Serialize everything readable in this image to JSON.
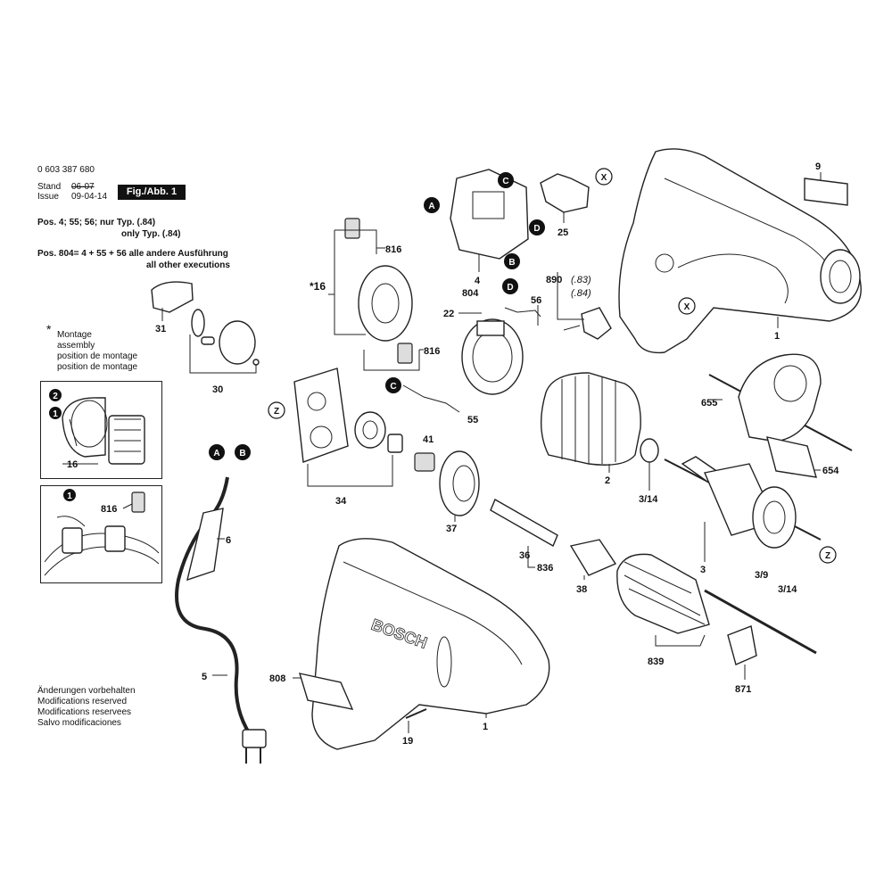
{
  "header": {
    "doc_number": "0 603 387 680",
    "stand_label": "Stand",
    "issue_label": "Issue",
    "old_date": "06-07",
    "new_date": "09-04-14",
    "figure_badge": "Fig./Abb. 1"
  },
  "notes": {
    "pos_line_1a": "Pos. 4; 55; 56; nur Typ.  (.84)",
    "pos_line_1b": "only Typ.  (.84)",
    "pos_line_2a": "Pos. 804= 4 + 55 + 56 alle andere Ausführung",
    "pos_line_2b": "all other executions",
    "assembly_star": "*",
    "assembly_lines": [
      "Montage",
      "assembly",
      "position de montage",
      "position de montage"
    ],
    "modifications": [
      "Änderungen vorbehalten",
      "Modifications reserved",
      "Modifications reservees",
      "Salvo modificaciones"
    ]
  },
  "brand": "BOSCH",
  "callouts": {
    "p9": "9",
    "p1_top": "1",
    "p25": "25",
    "p4": "4",
    "p804": "804",
    "p816_a": "816",
    "p816_b": "816",
    "p16_star": "*16",
    "p22": "22",
    "p56": "56",
    "p890": "890",
    "p890_a": "(.83)",
    "p890_b": "(.84)",
    "p31": "31",
    "p30": "30",
    "p55": "55",
    "p655": "655",
    "p654": "654",
    "p2": "2",
    "p3_14_a": "3/14",
    "p34": "34",
    "p41": "41",
    "p37": "37",
    "p36": "36",
    "p836": "836",
    "p38": "38",
    "p3": "3",
    "p3_9": "3/9",
    "p3_14_b": "3/14",
    "p839": "839",
    "p871": "871",
    "p6": "6",
    "p5": "5",
    "p808": "808",
    "p19": "19",
    "p1_bottom": "1",
    "p16_inset": "16",
    "p816_inset": "816"
  },
  "markers": {
    "A": "A",
    "B": "B",
    "C": "C",
    "D": "D",
    "X": "X",
    "Z": "Z",
    "one": "1",
    "two": "2"
  }
}
